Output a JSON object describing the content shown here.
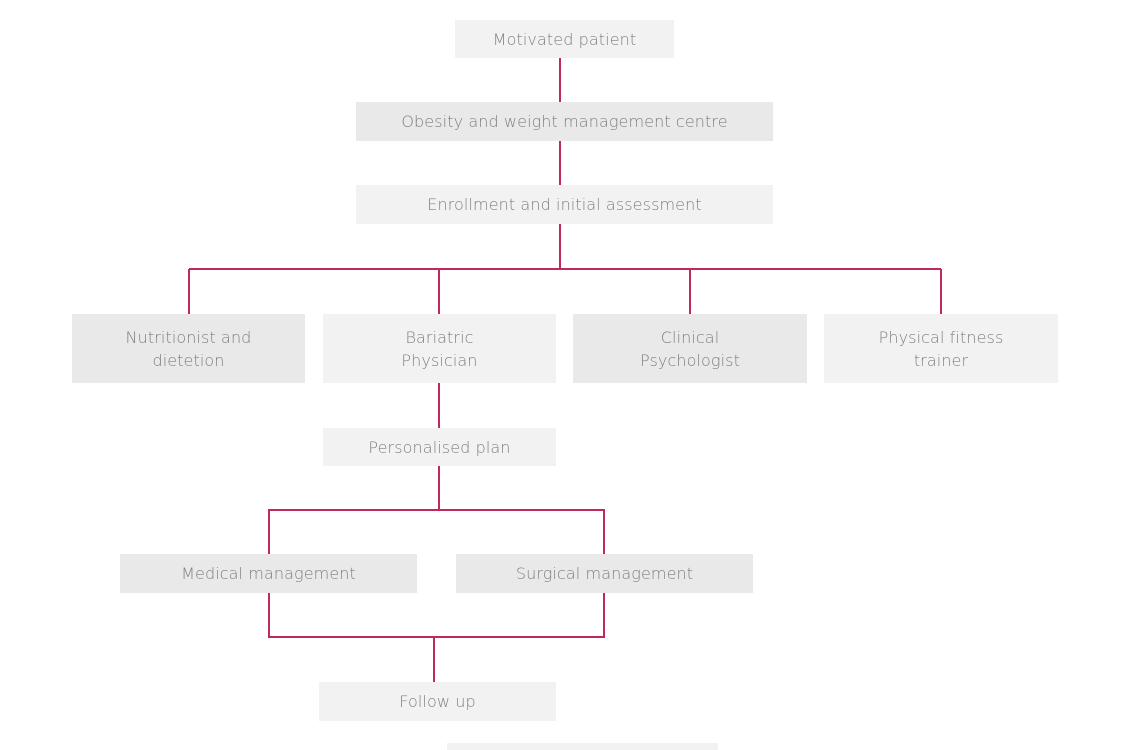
{
  "colors": {
    "connector": "#c0295f",
    "box_light": "#f2f2f2",
    "box_dark": "#e9e9e9",
    "text": "#7f7f7f"
  },
  "nodes": {
    "motivated_patient": "Motivated patient",
    "obesity_centre": "Obesity and weight management centre",
    "enrollment": "Enrollment and initial assessment",
    "nutritionist": [
      "Nutritionist and",
      "dietetion"
    ],
    "bariatric_physician": [
      "Bariatric",
      "Physician"
    ],
    "clinical_psychologist": [
      "Clinical",
      "Psychologist"
    ],
    "physical_fitness_trainer": [
      "Physical fitness",
      "trainer"
    ],
    "personalised_plan": "Personalised plan",
    "medical_management": "Medical management",
    "surgical_management": "Surgical management",
    "follow_up": "Follow up"
  }
}
